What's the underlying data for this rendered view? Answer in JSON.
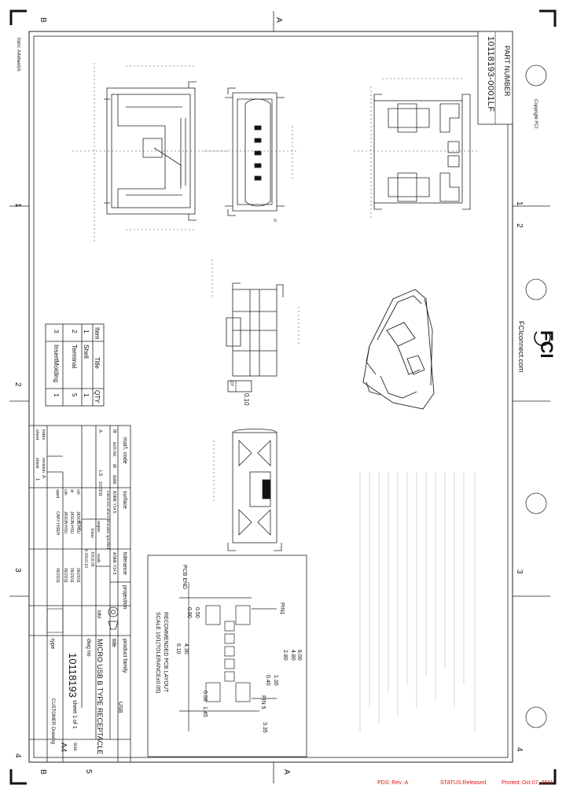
{
  "sheet": {
    "border_letters": {
      "top_left": "B",
      "top_right": "A",
      "bottom_left": "B",
      "bottom_mid": "5",
      "bottom_right": "A"
    },
    "zone_numbers": {
      "left": [
        "1",
        "2",
        "3",
        "4"
      ],
      "right": [
        "1",
        "2",
        "3",
        "4"
      ]
    },
    "form_label": "form: A4sheet/A",
    "copyright": "Copyright  FCI",
    "website": "FCIconnect.com",
    "brand": "FCI",
    "part_number_label": "PART NUMBER",
    "part_number": "10118193-0001LF",
    "flatness": "0.10",
    "flatness_symbol": "▱"
  },
  "bom": {
    "headers": [
      "Item",
      "Title",
      "QTY"
    ],
    "rows": [
      {
        "item": "1",
        "title": "Shell",
        "qty": "1"
      },
      {
        "item": "2",
        "title": "Terminal",
        "qty": "5"
      },
      {
        "item": "3",
        "title": "InsertMolding",
        "qty": "1"
      }
    ]
  },
  "pcb_layout": {
    "title": "RECOMMENDED PCB LAYOUT",
    "scale_note": "SCALE 10/1(TOLERANCE±0.05)",
    "pin1": "PIN1",
    "pin5": "PIN 5",
    "pcb_end": "PCB END",
    "dims": [
      "8.00",
      "4.80",
      "2.80",
      "1.30",
      "0.40",
      "4.30",
      "6.10",
      "0.50",
      "0.90",
      "0.50",
      "1.45",
      "3.35"
    ]
  },
  "title_block": {
    "matl_code_label": "mat'l. code",
    "surface_label": "surface",
    "tolerance_label": "tolerance",
    "projection_label": "projection",
    "product_family_label": "product family",
    "product_family": "USB",
    "surface_std": "ASME Y14.5",
    "tolerance_std": "ASME Y14.5",
    "tolerance_note": "tolerances where otherwise specified",
    "units": "MM",
    "linear_label": "linear",
    "linear_value": "X.XX±0.10",
    "angular_label": "angles",
    "angular_value": "X°±2°",
    "x_value": ".XX±0.05",
    "scale_label": "scale",
    "rev_header": [
      "ltr",
      "ecn no",
      "dr",
      "date"
    ],
    "rev_row": [
      "A",
      "",
      "LS",
      "10/23/11"
    ],
    "dr_label": "dr",
    "dr_name": "JASON HSU",
    "dr_date": "06/23/11",
    "chk_label": "chk",
    "chk_name": "JASON HSU",
    "chk_date": "06/23/11",
    "appd_label": "appd",
    "appd_name": "CARY HSIEH",
    "appd_date": "06/23/11",
    "ctrl_label": "ctrl",
    "ctrl_name": "JASON HSU",
    "ctrl_date": "06/23/11",
    "title_label": "title",
    "title": "MICRO USB B TYPE RECEPTACLE",
    "dwg_no_label": "dwg no",
    "dwg_no": "10118193",
    "sheet_label": "sheet",
    "sheet_value": "sheet 1 of 1",
    "size_label": "size",
    "size_value": "A4",
    "type_label": "type",
    "type_value": "CUSTOMER Drawing",
    "revision_label": "revision",
    "revision_value": "A",
    "index_label": "index",
    "sheet_idx_label": "sheet",
    "sheet_idx_value": "1"
  },
  "status_bar": {
    "pds": "PDS: Rev :A",
    "status": "STATUS:Released",
    "printed": "Printed:  Oct 07, 2011"
  }
}
